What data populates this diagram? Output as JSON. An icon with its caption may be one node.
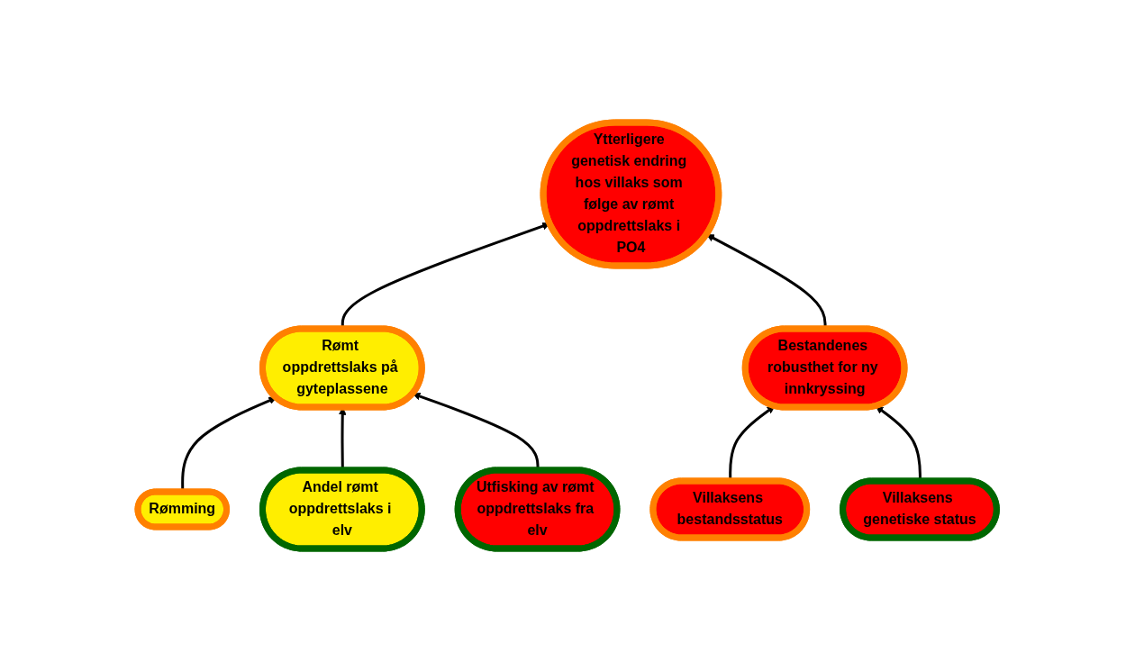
{
  "diagram": {
    "nodes": [
      {
        "text": [
          "Ytterligere genetisk endring hos villaks som følge av rømt oppdrettslaks i PO4"
        ]
      },
      {
        "text": [
          "Rømt oppdrettslaks på gyteplassene"
        ]
      },
      {
        "text": [
          "Bestandenes robusthet for ny innkryssing"
        ]
      },
      {
        "text": [
          "Rømming"
        ]
      },
      {
        "text": [
          "Andel rømt oppdrettslaks i elv"
        ]
      },
      {
        "text": [
          "Utfisking av rømt oppdrettslaks fra elv"
        ]
      },
      {
        "text": [
          "Villaksens bestandsstatus"
        ]
      },
      {
        "text": [
          "Villaksens genetiske status"
        ]
      }
    ],
    "edges": [
      {
        "from": 1,
        "to": 0,
        "arrow": "to"
      },
      {
        "from": 2,
        "to": 0,
        "arrow": "to"
      },
      {
        "from": 3,
        "to": 1,
        "arrow": "to"
      },
      {
        "from": 4,
        "to": 1,
        "arrow": "to"
      },
      {
        "from": 5,
        "to": 1,
        "arrow": "to"
      },
      {
        "from": 6,
        "to": 2,
        "arrow": "to"
      },
      {
        "from": 7,
        "to": 2,
        "arrow": "to"
      }
    ]
  }
}
